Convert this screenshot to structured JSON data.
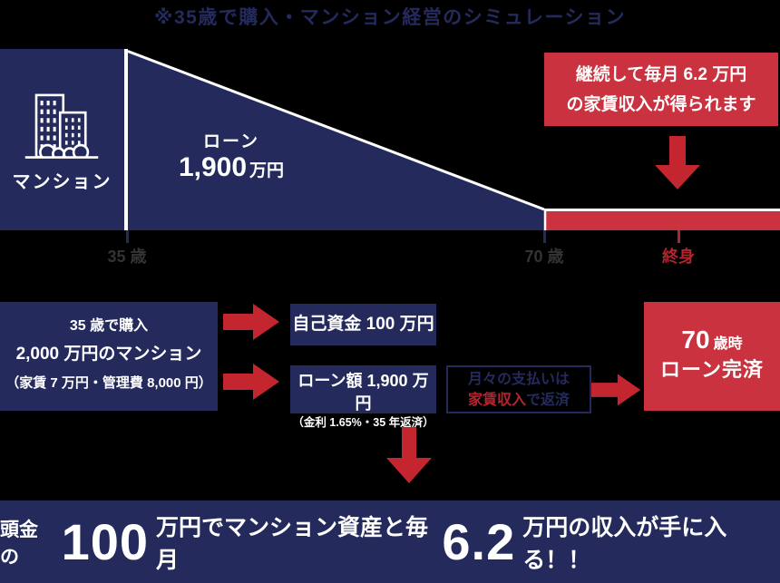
{
  "colors": {
    "background": "#000000",
    "navy": "#242a5c",
    "red": "#c9323e",
    "arrow_red": "#c3262e",
    "red_text": "#b5242e",
    "label_gray": "#333333",
    "white": "#ffffff"
  },
  "title": "※35歳で購入・マンション経営のシミュレーション",
  "chart": {
    "mansion_label": "マンション",
    "loan_label": "ローン",
    "loan_amount": "1,900",
    "loan_unit": "万円",
    "rent_note_line1": "継続して毎月 6.2 万円",
    "rent_note_line2": "の家賃収入が得られます",
    "axis": {
      "age_start": "35 歳",
      "age_end": "70 歳",
      "lifetime": "終身"
    }
  },
  "flow": {
    "purchase": {
      "line1": "35 歳で購入",
      "line2": "2,000 万円のマンション",
      "line3": "（家賃 7 万円・管理費 8,000 円）"
    },
    "downpayment": "自己資金 100 万円",
    "loan_detail": {
      "line1": "ローン額 1,900 万円",
      "line2": "（金利 1.65%・35 年返済）"
    },
    "repayment": {
      "line1": "月々の支払いは",
      "line2_em": "家賃収入",
      "line2_rest": "で返済"
    },
    "payoff": {
      "age": "70",
      "age_suffix": "歳時",
      "line2": "ローン完済"
    }
  },
  "banner": {
    "part1": "頭金の",
    "num1": "100",
    "part2": "万円でマンション資産と毎月",
    "num2": "6.2",
    "part3": "万円の収入が手に入る！！"
  },
  "icons": {
    "building": "building-icon",
    "arrow_right": "right-arrow-icon",
    "arrow_down": "down-arrow-icon"
  }
}
